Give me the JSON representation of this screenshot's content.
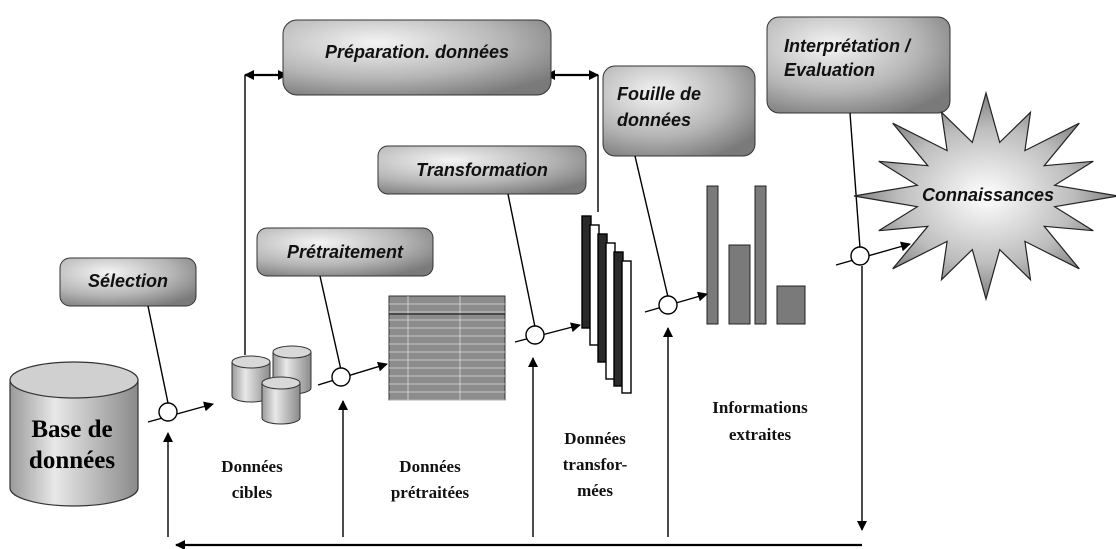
{
  "steps": {
    "selection": "Sélection",
    "pretraitement": "Prétraitement",
    "transformation": "Transformation",
    "fouille": [
      "Fouille de",
      "données"
    ],
    "interpretation": [
      "Interprétation /",
      "Evaluation"
    ],
    "preparation": "Préparation. données"
  },
  "nodes": {
    "base": [
      "Base de",
      "données"
    ],
    "cibles": [
      "Données",
      "cibles"
    ],
    "pretraitees": [
      "Données",
      "prétraitées"
    ],
    "transformees": [
      "Données",
      "transfor-",
      "mées"
    ],
    "informations": [
      "Informations",
      "extraites"
    ],
    "connaissances": "Connaissances"
  },
  "colors": {
    "box_light": "#f2f2f2",
    "box_dark": "#8a8a8a",
    "star_light": "#ffffff",
    "star_dark": "#6e6e6e",
    "table_fill": "#8c8c8c",
    "bar_fill": "#7a7a7a"
  }
}
